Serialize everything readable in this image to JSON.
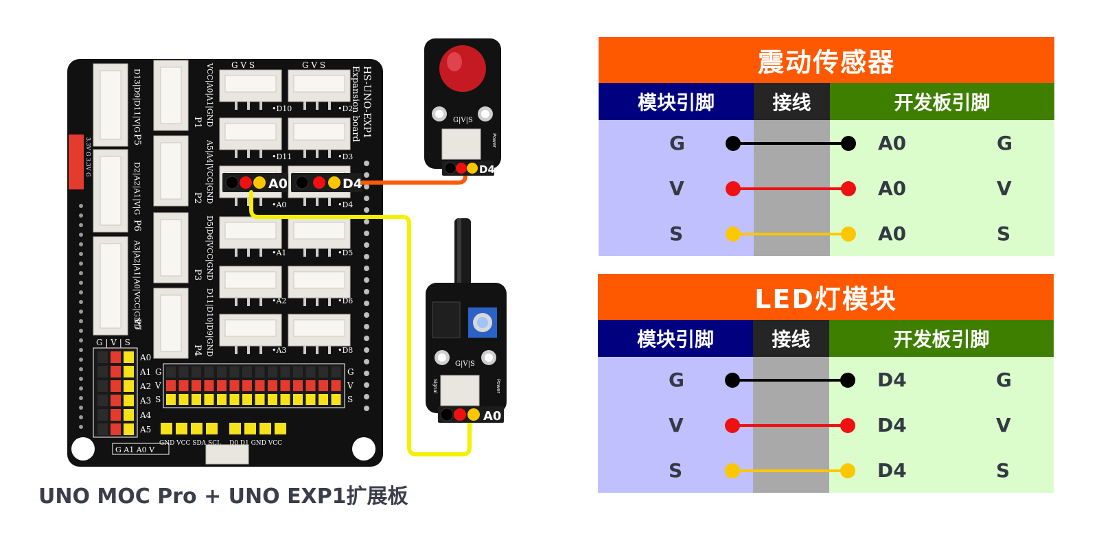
{
  "board": {
    "name": "HS-UNO-EXP1",
    "subtitle": "Expansion board",
    "p1_label": "P1",
    "p2_label": "P2",
    "p3_label": "P3",
    "p4_label": "P4",
    "p5_label": "P5",
    "p6_label": "P6",
    "p7_label": "P7",
    "gvs_header": "G V S",
    "port_d10": "•D10",
    "port_d2": "•D2",
    "port_d11": "•D11",
    "port_d3": "•D3",
    "port_a0": "•A0",
    "port_d4": "•D4",
    "port_a1": "•A1",
    "port_d5": "•D5",
    "port_a2": "•A2",
    "port_d6": "•D6",
    "port_a3": "•A3",
    "port_d8": "•D8",
    "tag_a0": "A0",
    "tag_d4": "D4",
    "p1_pins": "VCC|A0|A1|GND",
    "p2_pins": "A5|A4|VCC|GND",
    "p3_pins": "D5|D6|VCC|GND",
    "p4_pins": "D11|D10|D9|GND",
    "p5_pins": "D13|D9|D11|V|G",
    "p6_pins": "D2|A2|A1|V|G",
    "p7_pins": "A3|A2|A1|A0|VCC|GND",
    "analog_rows": [
      "A0",
      "A1",
      "A2",
      "A3",
      "A4",
      "A5"
    ],
    "gvs_side": [
      "G",
      "V",
      "S"
    ],
    "left_gvs_header": "G | V | S",
    "bottom_labels": "G A1 A0 V",
    "i2c_labels": "GND VCC SDA SCL",
    "uart_labels": "D0 D1 GND VCC",
    "power_header": "3.3V G 3.3V G"
  },
  "sensor_module": {
    "pin_label": "G|V|S",
    "tag": "A0",
    "power_text": "Power",
    "signal_text": "Signal"
  },
  "led_module": {
    "pin_label": "G|V|S",
    "tag": "D4",
    "power_text": "Power"
  },
  "caption": "UNO MOC Pro + UNO EXP1扩展板",
  "tables": [
    {
      "title": "震动传感器",
      "headers": {
        "module_pin": "模块引脚",
        "wiring": "接线",
        "board_pin": "开发板引脚"
      },
      "rows": [
        {
          "module": "G",
          "port": "A0",
          "board": "G",
          "color": "#000000"
        },
        {
          "module": "V",
          "port": "A0",
          "board": "V",
          "color": "#ee1111"
        },
        {
          "module": "S",
          "port": "A0",
          "board": "S",
          "color": "#fdc700"
        }
      ]
    },
    {
      "title": "LED灯模块",
      "headers": {
        "module_pin": "模块引脚",
        "wiring": "接线",
        "board_pin": "开发板引脚"
      },
      "rows": [
        {
          "module": "G",
          "port": "D4",
          "board": "G",
          "color": "#000000"
        },
        {
          "module": "V",
          "port": "D4",
          "board": "V",
          "color": "#ee1111"
        },
        {
          "module": "S",
          "port": "D4",
          "board": "S",
          "color": "#fdc700"
        }
      ]
    }
  ],
  "colors": {
    "title_bg": "#fe5900",
    "module_head": "#01017f",
    "wire_head": "#252525",
    "board_head": "#3f7f00",
    "module_body": "#c0c0fe",
    "wire_body": "#a9a9a9",
    "board_body": "#dbfdcb",
    "wire_yellow": "#f5ef00",
    "wire_orange": "#fd5a0a"
  }
}
